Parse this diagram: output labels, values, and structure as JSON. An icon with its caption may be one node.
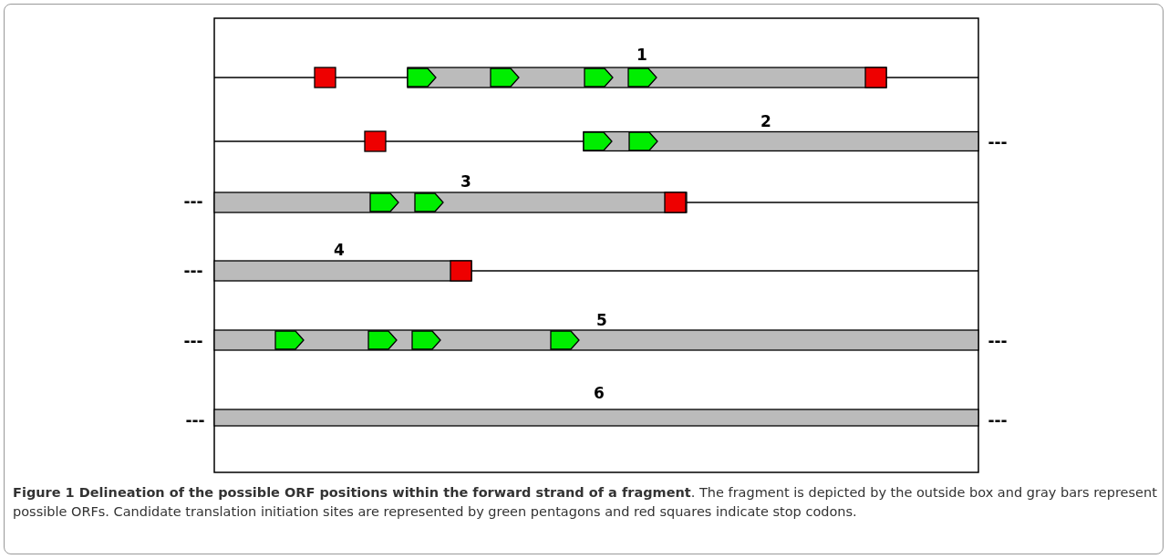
{
  "diagram": {
    "caption": "**Figure 1 Delineation of the possible ORF positions within the forward strand of a fragment**. The fragment is depicted by the outside box and gray bars represent possible ORFs. Candidate translation initiation sites are represented by green pentagons and red squares indicate stop codons.",
    "labels": [
      "1",
      "2",
      "---",
      "3",
      "---",
      "4",
      "---",
      "5",
      "---",
      "---",
      "6",
      "---",
      "---"
    ]
  }
}
